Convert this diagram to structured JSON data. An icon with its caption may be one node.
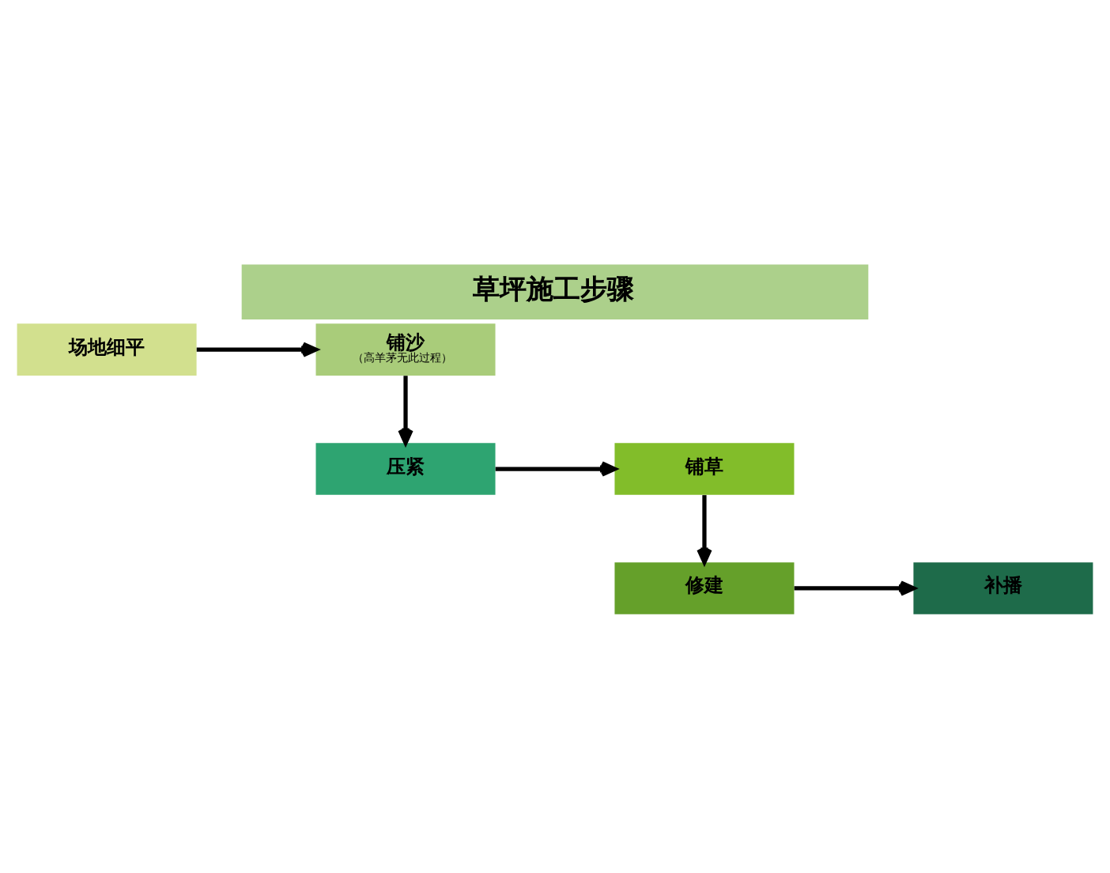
{
  "diagram": {
    "title": "草坪施工步骤",
    "nodes": [
      {
        "text": [
          "场地细平"
        ]
      },
      {
        "text": [
          "铺沙",
          "（高羊茅无此过程）"
        ]
      },
      {
        "text": [
          "压紧"
        ]
      },
      {
        "text": [
          "铺草"
        ]
      },
      {
        "text": [
          "修建"
        ]
      },
      {
        "text": [
          "补播"
        ]
      }
    ],
    "edges": [
      {
        "from": 0,
        "to": 1,
        "arrow": "to"
      },
      {
        "from": 1,
        "to": 2,
        "arrow": "to"
      },
      {
        "from": 2,
        "to": 3,
        "arrow": "to"
      },
      {
        "from": 3,
        "to": 4,
        "arrow": "to"
      },
      {
        "from": 4,
        "to": 5,
        "arrow": "to"
      }
    ]
  }
}
